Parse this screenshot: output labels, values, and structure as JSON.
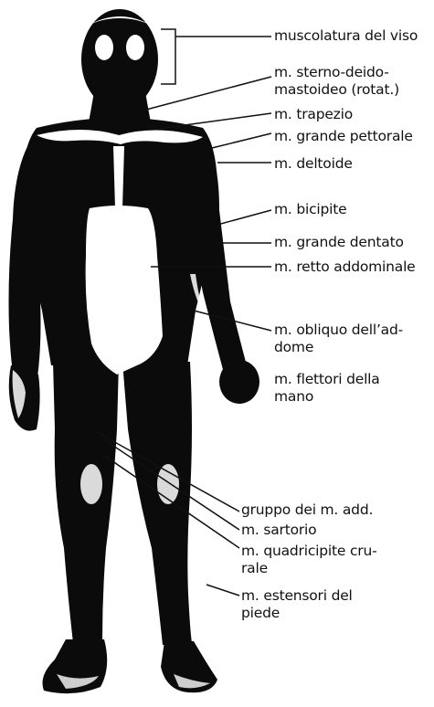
{
  "figure": {
    "ink_color": "#0b0b0b",
    "paper_color": "#ffffff",
    "labels": [
      {
        "id": "face",
        "lines": [
          "muscolatura del viso"
        ]
      },
      {
        "id": "scm",
        "lines": [
          "m. sterno-deido-",
          "mastoideo (rotat.)"
        ]
      },
      {
        "id": "trap",
        "lines": [
          "m. trapezio"
        ]
      },
      {
        "id": "pect",
        "lines": [
          "m. grande pettorale"
        ]
      },
      {
        "id": "delt",
        "lines": [
          "m. deltoide"
        ]
      },
      {
        "id": "bic",
        "lines": [
          "m. bicipite"
        ]
      },
      {
        "id": "serr",
        "lines": [
          "m. grande dentato"
        ]
      },
      {
        "id": "rect",
        "lines": [
          "m. retto addominale"
        ]
      },
      {
        "id": "obl",
        "lines": [
          "m. obliquo dell’ad-",
          "dome"
        ]
      },
      {
        "id": "flex",
        "lines": [
          "m. flettori della",
          "mano"
        ]
      },
      {
        "id": "add",
        "lines": [
          "gruppo dei m. add."
        ]
      },
      {
        "id": "sart",
        "lines": [
          "m. sartorio"
        ]
      },
      {
        "id": "quad",
        "lines": [
          "m. quadricipite cru-",
          "rale"
        ]
      },
      {
        "id": "ext",
        "lines": [
          "m. estensori del",
          "piede"
        ]
      }
    ]
  }
}
